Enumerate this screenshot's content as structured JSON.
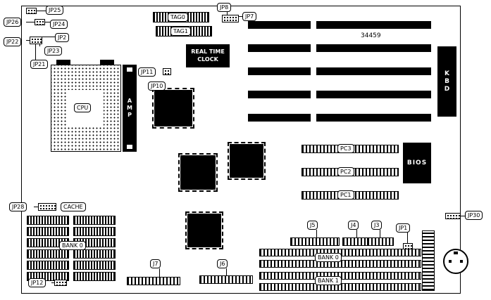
{
  "colors": {
    "ink": "#000000",
    "paper": "#ffffff"
  },
  "board": {
    "part_number": "34459",
    "jumpers": {
      "jp1": "JP1",
      "jp2": "JP2",
      "jp7": "JP7",
      "jp8": "JP8",
      "jp10": "JP10",
      "jp11": "JP11",
      "jp12": "JP12",
      "jp21": "JP21",
      "jp22": "JP22",
      "jp23": "JP23",
      "jp24": "JP24",
      "jp25": "JP25",
      "jp26": "JP26",
      "jp28": "JP28",
      "jp30": "JP30"
    },
    "connectors": {
      "j3": "J3",
      "j4": "J4",
      "j5": "J5",
      "j6": "J6",
      "j7": "J7",
      "kbd": "KBD"
    },
    "chips": {
      "cpu": "CPU",
      "amp": "AMP",
      "bios": "BIOS",
      "rtc": "REAL TIME\nCLOCK",
      "tag0": "TAG0",
      "tag1": "TAG1",
      "cache": "CACHE"
    },
    "slots": {
      "pc1": "PC1",
      "pc2": "PC2",
      "pc3": "PC3"
    },
    "memory": {
      "cache_bank": "BANK 0",
      "simm_bank0": "BANK 0",
      "simm_bank1": "BANK 1"
    }
  }
}
